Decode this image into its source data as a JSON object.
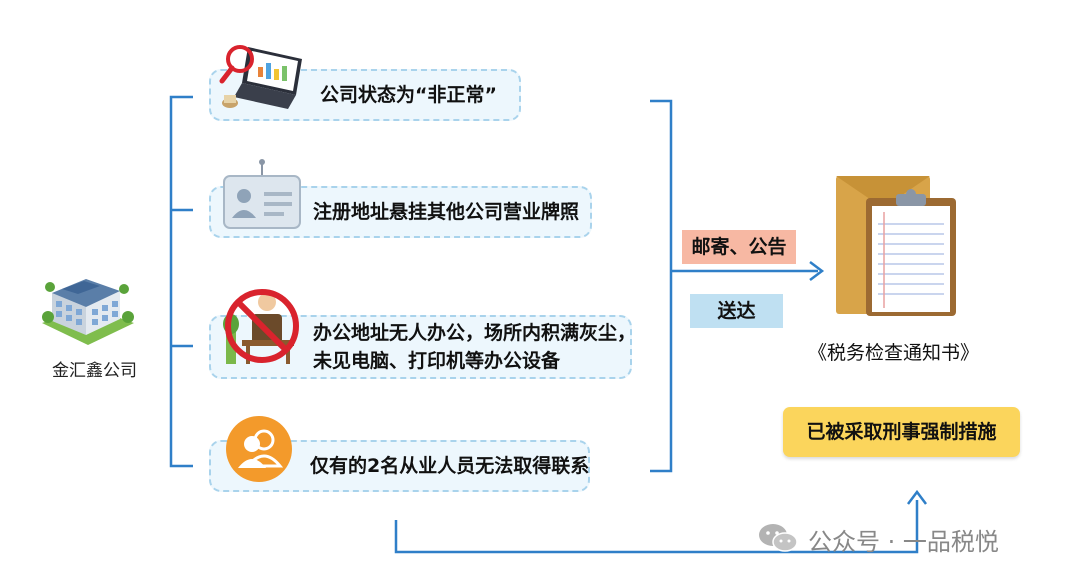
{
  "company": {
    "name": "金汇鑫公司",
    "icon": "office-building-icon"
  },
  "items": [
    {
      "text_lines": [
        "公司状态为“非正常”"
      ],
      "icon": "laptop-magnifier-icon"
    },
    {
      "text_lines": [
        "注册地址悬挂其他公司营业牌照"
      ],
      "icon": "id-card-icon"
    },
    {
      "text_lines": [
        "办公地址无人办公，场所内积满灰尘，",
        "未见电脑、打印机等办公设备"
      ],
      "icon": "no-office-icon"
    },
    {
      "text_lines": [
        "仅有的2名从业人员无法取得联系"
      ],
      "icon": "people-icon"
    }
  ],
  "delivery": {
    "mail_label": "邮寄、公告",
    "deliver_label": "送达"
  },
  "notice": {
    "title": "《税务检查通知书》",
    "icon": "envelope-clipboard-icon"
  },
  "measures": {
    "label": "已被采取刑事强制措施"
  },
  "watermark": {
    "text": "公众号 · 一品税悦",
    "icon": "wechat-icon"
  },
  "colors": {
    "line_blue": "#2f7fc8",
    "box_fill": "#edf7fd",
    "box_border": "#a9d3ec",
    "mail_tag": "#f7b8a3",
    "deliver_tag": "#bfe0f2",
    "measures_fill": "#fbd55c",
    "icon_orange": "#f39a2b",
    "prohibit_red": "#d9232d"
  }
}
